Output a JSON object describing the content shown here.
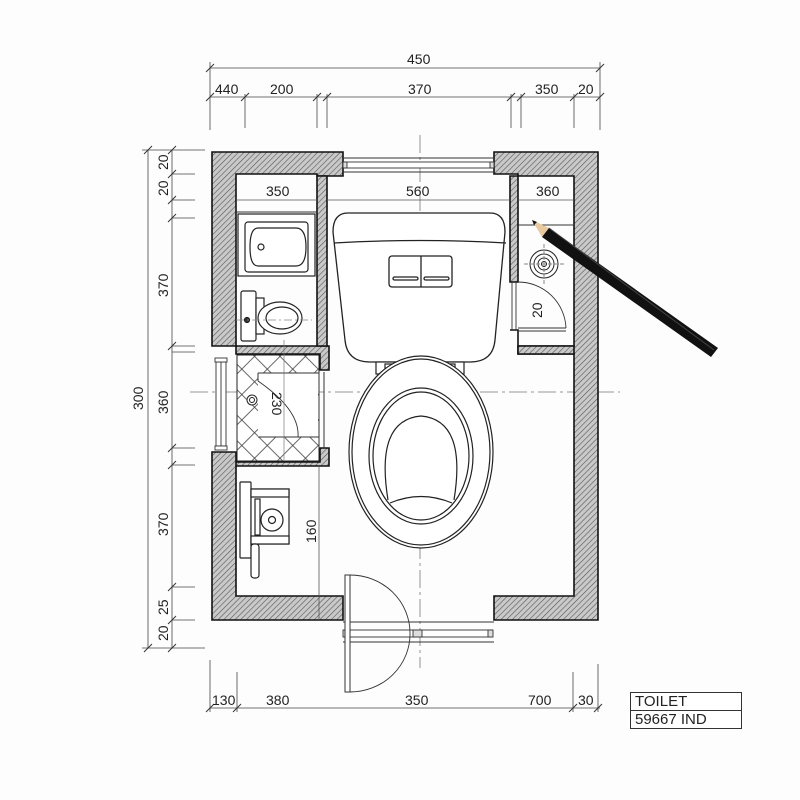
{
  "drawing": {
    "type": "architectural floor plan",
    "subject": "toilet / washroom layout",
    "wall_color": "#9a9a9a",
    "line_color": "#222222",
    "background": "#fdfdfd"
  },
  "dimensions": {
    "top_overall": "450",
    "top_segments": [
      "440",
      "200",
      "370",
      "350",
      "20"
    ],
    "left_overall": "300",
    "left_segments": [
      "20",
      "20",
      "370",
      "360",
      "370",
      "25",
      "20"
    ],
    "bottom_segments": [
      "130",
      "380",
      "350",
      "700",
      "30"
    ]
  },
  "interior_labels": {
    "left_alcove_width": "350",
    "center_width": "560",
    "right_alcove_width": "360",
    "shower_radius": "230",
    "door_small": "20",
    "vanity_clearance": "160"
  },
  "fixtures": [
    {
      "name": "wall-hung toilet (main)",
      "location": "center"
    },
    {
      "name": "bathtub / basin",
      "location": "upper-left alcove"
    },
    {
      "name": "small toilet",
      "location": "left alcove"
    },
    {
      "name": "shower with tiled floor",
      "location": "mid-left"
    },
    {
      "name": "vanity sink",
      "location": "lower-left"
    },
    {
      "name": "floor drain",
      "location": "upper-right alcove"
    },
    {
      "name": "entry door",
      "location": "bottom wall"
    },
    {
      "name": "window",
      "location": "top wall"
    }
  ],
  "title_block": {
    "line1": "TOILET",
    "line2": "59667 IND"
  },
  "props": {
    "pencil": "black pencil resting on drawing"
  }
}
